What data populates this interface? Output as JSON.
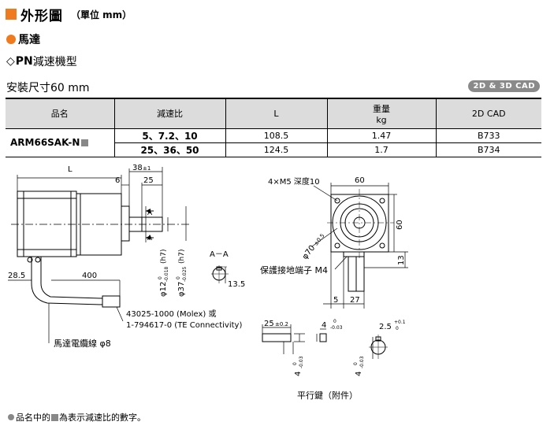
{
  "header": {
    "title": "外形圖",
    "unit": "（單位 mm）"
  },
  "section": {
    "motor_label": "馬達",
    "gear_diamond": "◇",
    "gear_pn": "PN",
    "gear_label": "減速機型",
    "mount_size": "安裝尺寸60 mm",
    "cad_badge": "2D & 3D CAD"
  },
  "table": {
    "headers": {
      "model": "品名",
      "ratio": "減速比",
      "length": "L",
      "weight": "重量",
      "weight_unit": "kg",
      "cad": "2D CAD"
    },
    "model": "ARM66SAK-N",
    "rows": [
      {
        "ratio": "5、7.2、10",
        "length": "108.5",
        "weight": "1.47",
        "cad": "B733"
      },
      {
        "ratio": "25、36、50",
        "length": "124.5",
        "weight": "1.7",
        "cad": "B734"
      }
    ]
  },
  "drawing": {
    "side": {
      "L": "L",
      "dim_38": "38",
      "dim_38_tol": "±1",
      "dim_6": "6",
      "dim_25": "25",
      "section_a": "A",
      "dim_28_5": "28.5",
      "dim_400": "400",
      "phi12": "φ12",
      "phi12_tol_upper": "0",
      "phi12_tol_lower": "-0.018",
      "phi12_fit": "(h7)",
      "phi37": "φ37",
      "phi37_tol_upper": "0",
      "phi37_tol_lower": "-0.025",
      "phi37_fit": "(h7)",
      "connector_1": "43025-1000 (Molex) 或",
      "connector_2": "1-794617-0 (TE Connectivity)",
      "cable": "馬達電纜線 φ8"
    },
    "section_view": {
      "title": "A－A",
      "dim_13_5": "13.5"
    },
    "front": {
      "holes": "4×M5 深度10",
      "dim_60_top": "60",
      "dim_60_side": "60",
      "phi70": "φ70",
      "phi70_tol": "±0.5",
      "ground": "保護接地端子 M4",
      "dim_13": "13",
      "dim_5": "5",
      "dim_27": "27"
    },
    "key": {
      "dim_25": "25",
      "dim_25_tol": "±0.2",
      "dim_4": "4",
      "dim_4_tol_upper": "0",
      "dim_4_tol_lower": "-0.03",
      "dim_2_5": "2.5",
      "dim_2_5_tol_upper": "+0.1",
      "dim_2_5_tol_lower": "0",
      "dim_4v": "4",
      "dim_4v_tol_upper": "0",
      "dim_4v_tol_lower": "-0.03",
      "dim_4v2": "4",
      "dim_4v2_tol_upper": "0",
      "dim_4v2_tol_lower": "-0.03",
      "caption": "平行鍵（附件）"
    }
  },
  "footnote": {
    "before": "品名中的",
    "after": "為表示減速比的數字。"
  },
  "colors": {
    "accent": "#f07a1e",
    "header_fill": "#dcdcdc",
    "badge": "#8a8a8a"
  }
}
